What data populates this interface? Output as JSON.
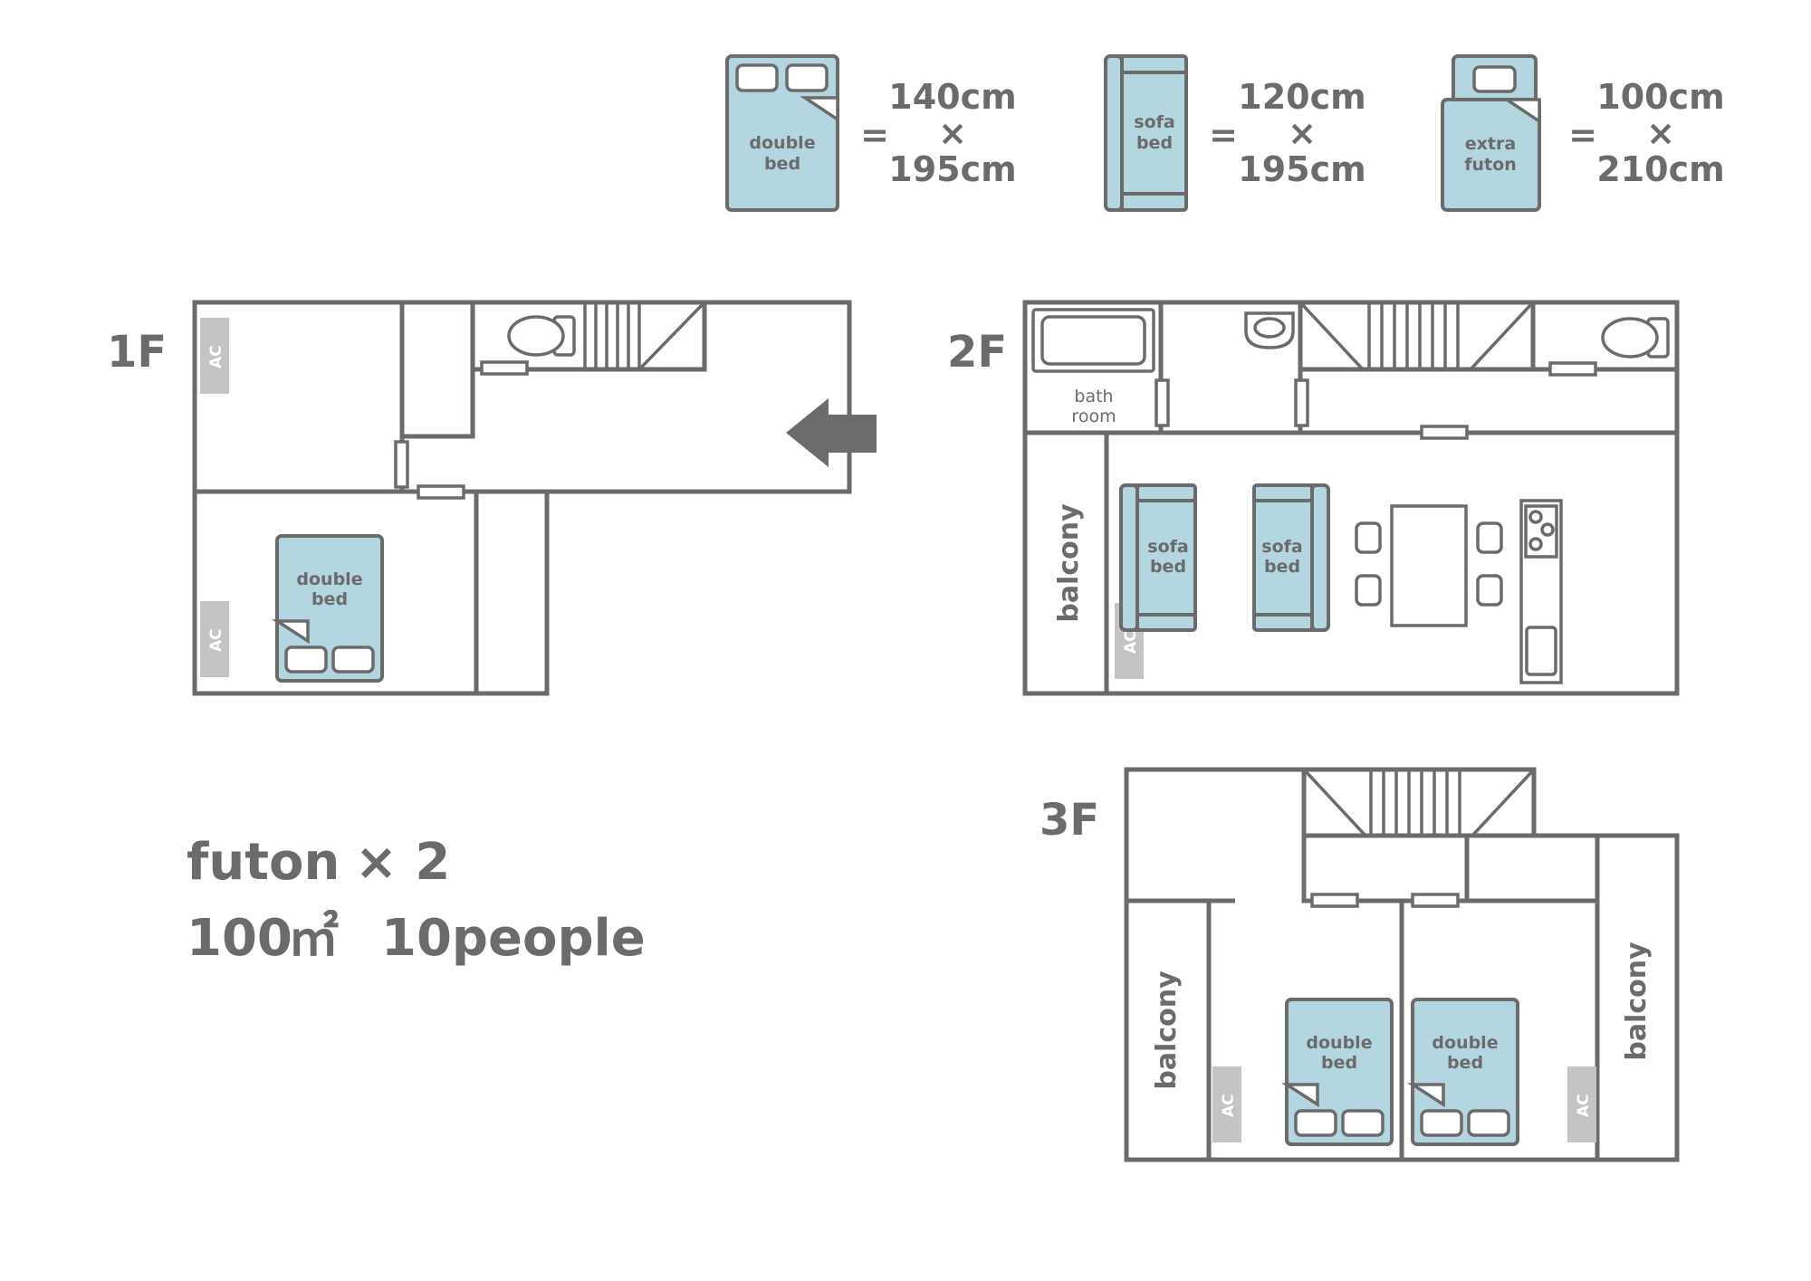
{
  "legend": [
    {
      "label_line1": "double",
      "label_line2": "bed",
      "equals": "=",
      "width": "140cm",
      "times": "×",
      "length": "195cm"
    },
    {
      "label_line1": "sofa",
      "label_line2": "bed",
      "equals": "=",
      "width": "120cm",
      "times": "×",
      "length": "195cm"
    },
    {
      "label_line1": "extra",
      "label_line2": "futon",
      "equals": "=",
      "width": "100cm",
      "times": "×",
      "length": "210cm"
    }
  ],
  "floors": {
    "f1": {
      "name": "1F",
      "ac": "AC",
      "bed_line1": "double",
      "bed_line2": "bed"
    },
    "f2": {
      "name": "2F",
      "bath_line1": "bath",
      "bath_line2": "room",
      "balcony": "balcony",
      "ac": "AC",
      "sofa_line1": "sofa",
      "sofa_line2": "bed"
    },
    "f3": {
      "name": "3F",
      "balcony": "balcony",
      "ac": "AC",
      "bed_line1": "double",
      "bed_line2": "bed"
    }
  },
  "summary": {
    "futon": "futon",
    "futon_count": "× 2",
    "area_value": "100",
    "area_unit": "㎡",
    "people": "10people"
  },
  "colors": {
    "wall": "#6b6b6b",
    "bed": "#b4d6e0",
    "ac": "#c4c4c4"
  }
}
